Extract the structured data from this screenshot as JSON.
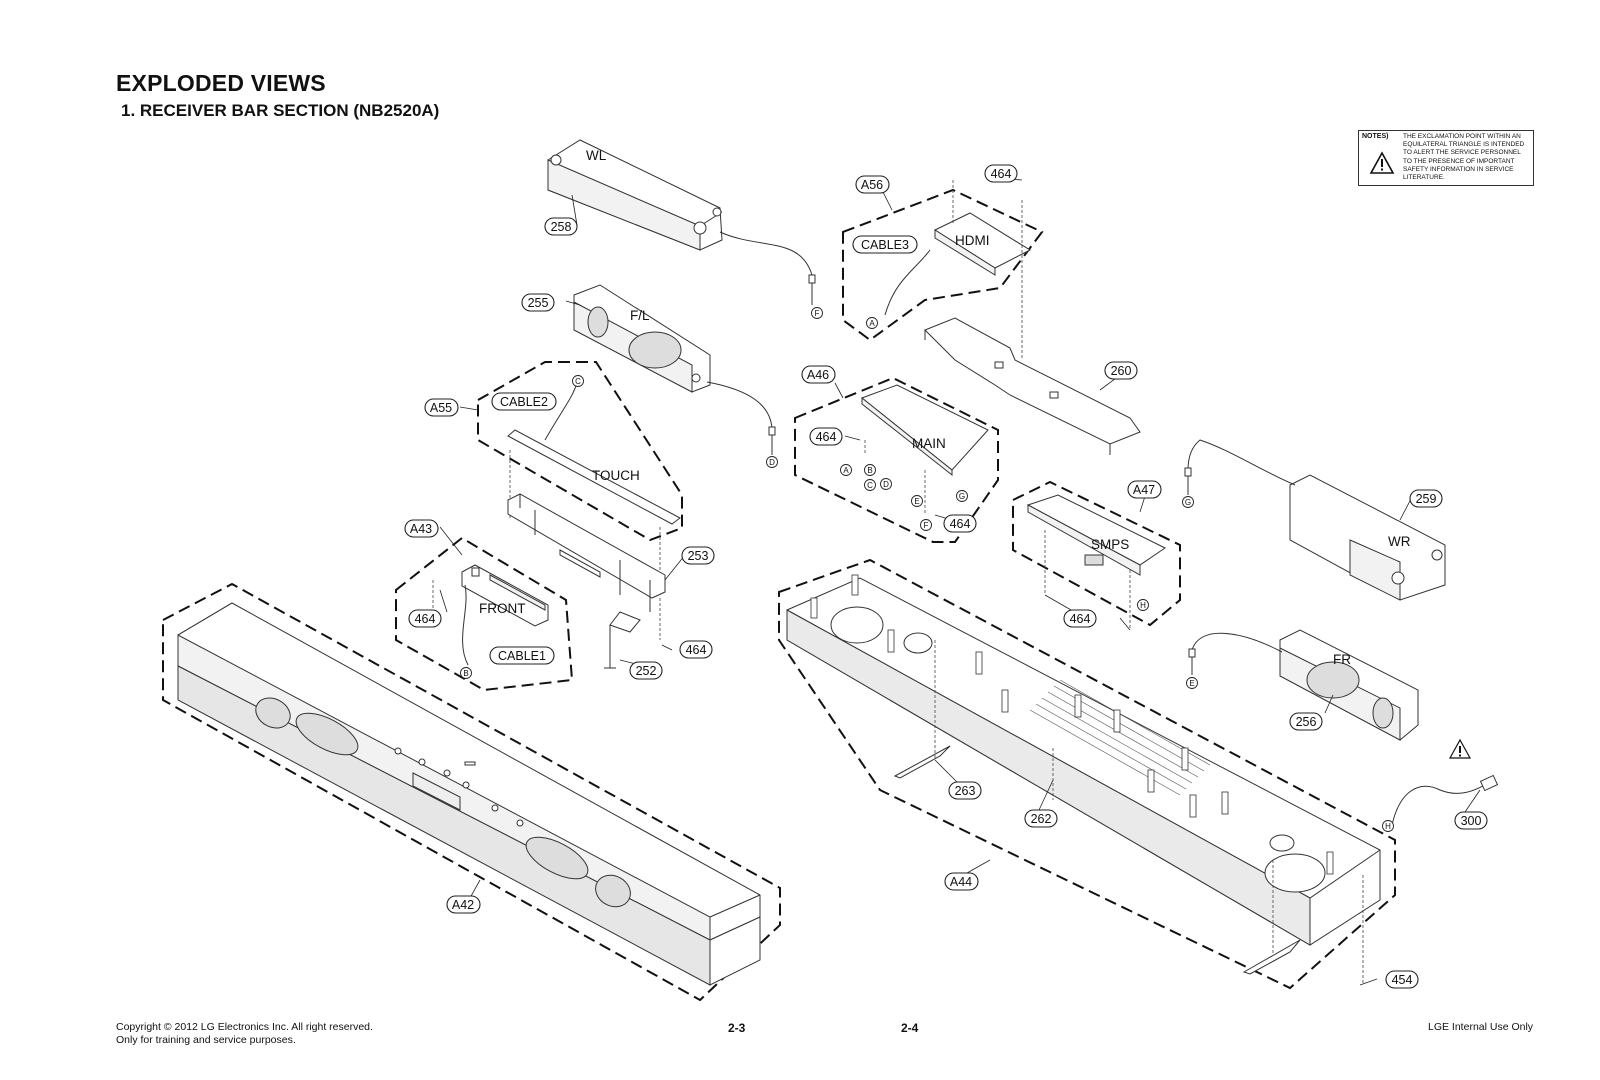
{
  "header": {
    "title": "EXPLODED VIEWS",
    "subtitle": "1. RECEIVER BAR SECTION (NB2520A)"
  },
  "notes": {
    "label": "NOTES)",
    "text": "THE EXCLAMATION POINT WITHIN AN EQUILATERAL TRIANGLE IS INTENDED TO ALERT THE SERVICE PERSONNEL TO THE PRESENCE OF IMPORTANT SAFETY INFORMATION IN SERVICE LITERATURE."
  },
  "callouts": {
    "c258": "258",
    "c255": "255",
    "a55": "A55",
    "cable2": "CABLE2",
    "a43": "A43",
    "c464a": "464",
    "cable1": "CABLE1",
    "c252": "252",
    "c464b": "464",
    "c253": "253",
    "a42": "A42",
    "a56": "A56",
    "c464c": "464",
    "cable3": "CABLE3",
    "c260": "260",
    "a46": "A46",
    "c464d": "464",
    "c464e": "464",
    "a47": "A47",
    "c464f": "464",
    "c259": "259",
    "c256": "256",
    "c300": "300",
    "c263": "263",
    "c262": "262",
    "a44": "A44",
    "c454": "454"
  },
  "part_labels": {
    "wl": "WL",
    "fl": "F/L",
    "touch": "TOUCH",
    "front": "FRONT",
    "hdmi": "HDMI",
    "main": "MAIN",
    "smps": "SMPS",
    "wr": "WR",
    "fr": "FR"
  },
  "connectors": {
    "a": "A",
    "b": "B",
    "c": "C",
    "d": "D",
    "e": "E",
    "f": "F",
    "g": "G",
    "h": "H"
  },
  "footer": {
    "copyright": "Copyright © 2012 LG Electronics Inc. All right reserved.",
    "training": "Only for training and service purposes.",
    "page_left": "2-3",
    "page_right": "2-4",
    "internal": "LGE Internal Use Only"
  }
}
